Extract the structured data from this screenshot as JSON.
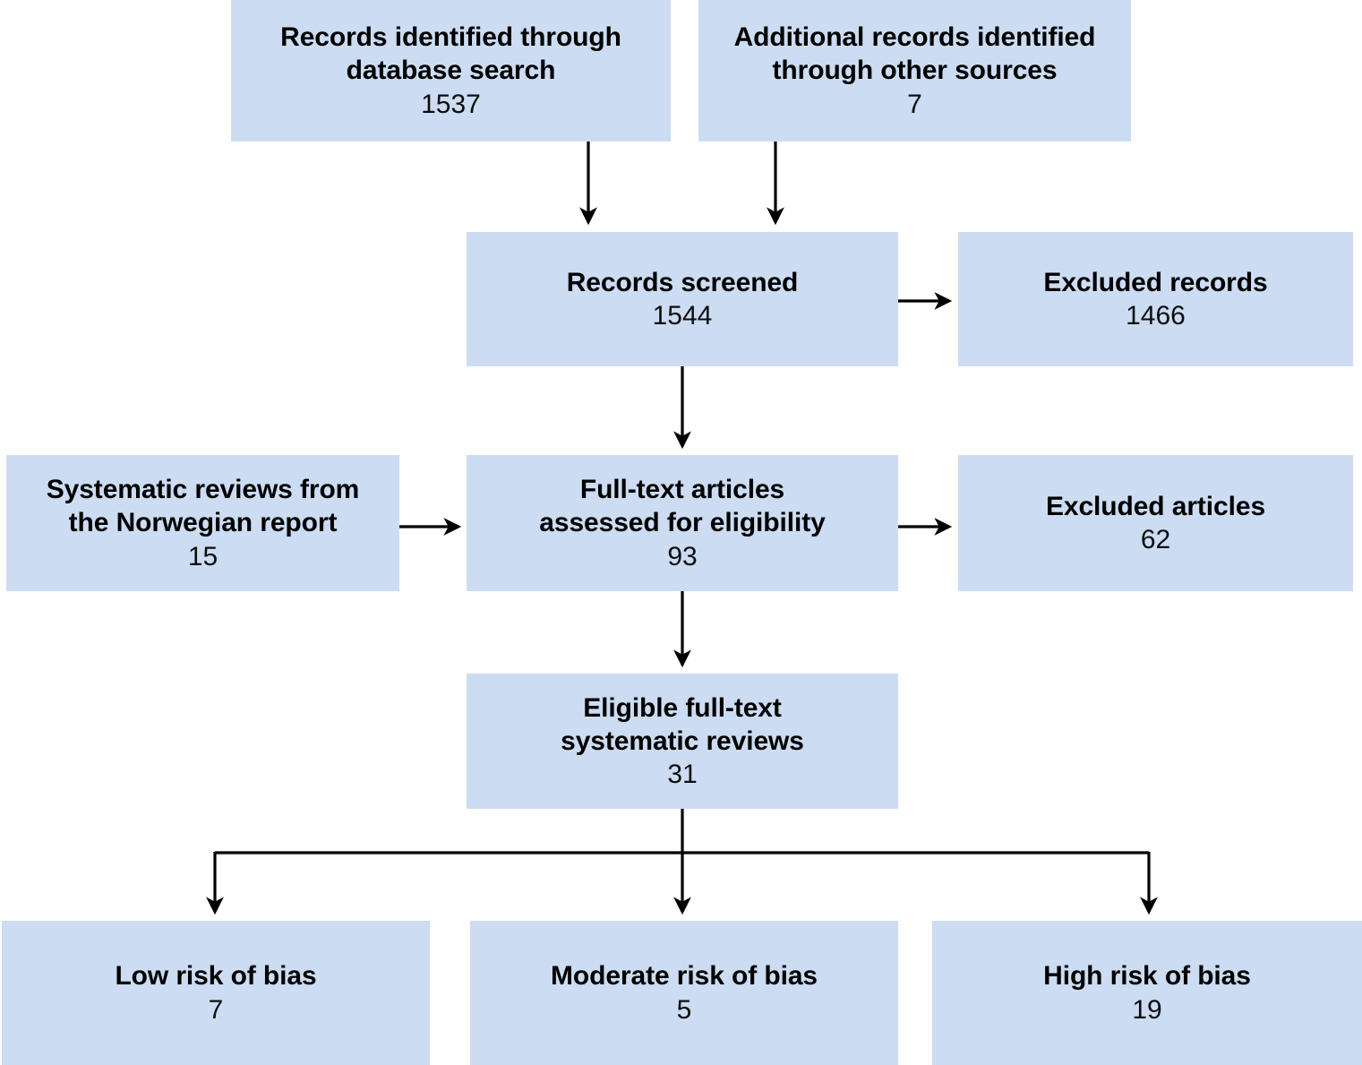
{
  "diagram": {
    "type": "prisma-flow-diagram",
    "title": "",
    "colors": {
      "box_fill": "#ccdcf2",
      "text": "#000000",
      "connector": "#000000",
      "background": "#ffffff"
    },
    "nodes": [
      {
        "id": "db-search",
        "label": "Records identified through\ndatabase search",
        "count": "1537"
      },
      {
        "id": "other-sources",
        "label": "Additional records identified\nthrough other sources",
        "count": "7"
      },
      {
        "id": "records-screened",
        "label": "Records screened",
        "count": "1544"
      },
      {
        "id": "excluded-records",
        "label": "Excluded records",
        "count": "1466"
      },
      {
        "id": "norwegian-report",
        "label": "Systematic reviews from\nthe Norwegian report",
        "count": "15"
      },
      {
        "id": "fulltext-assessed",
        "label": "Full-text articles\nassessed for eligibility",
        "count": "93"
      },
      {
        "id": "excluded-articles",
        "label": "Excluded articles",
        "count": "62"
      },
      {
        "id": "eligible-reviews",
        "label": "Eligible full-text\nsystematic reviews",
        "count": "31"
      },
      {
        "id": "low-risk",
        "label": "Low risk of bias",
        "count": "7"
      },
      {
        "id": "moderate-risk",
        "label": "Moderate risk of bias",
        "count": "5"
      },
      {
        "id": "high-risk",
        "label": "High risk of bias",
        "count": "19"
      }
    ],
    "connectors": [
      {
        "id": "db-search-to-records-screened",
        "from": "db-search",
        "to": "records-screened",
        "direction": "down"
      },
      {
        "id": "other-sources-to-records-screened",
        "from": "other-sources",
        "to": "records-screened",
        "direction": "down"
      },
      {
        "id": "records-screened-to-excluded-records",
        "from": "records-screened",
        "to": "excluded-records",
        "direction": "right"
      },
      {
        "id": "records-screened-to-fulltext-assessed",
        "from": "records-screened",
        "to": "fulltext-assessed",
        "direction": "down"
      },
      {
        "id": "norwegian-report-to-fulltext-assessed",
        "from": "norwegian-report",
        "to": "fulltext-assessed",
        "direction": "right"
      },
      {
        "id": "fulltext-assessed-to-excluded-articles",
        "from": "fulltext-assessed",
        "to": "excluded-articles",
        "direction": "right"
      },
      {
        "id": "fulltext-assessed-to-eligible-reviews",
        "from": "fulltext-assessed",
        "to": "eligible-reviews",
        "direction": "down"
      },
      {
        "id": "eligible-reviews-to-low-risk",
        "from": "eligible-reviews",
        "to": "low-risk",
        "direction": "down-branch-left"
      },
      {
        "id": "eligible-reviews-to-moderate-risk",
        "from": "eligible-reviews",
        "to": "moderate-risk",
        "direction": "down-branch-center"
      },
      {
        "id": "eligible-reviews-to-high-risk",
        "from": "eligible-reviews",
        "to": "high-risk",
        "direction": "down-branch-right"
      }
    ]
  }
}
